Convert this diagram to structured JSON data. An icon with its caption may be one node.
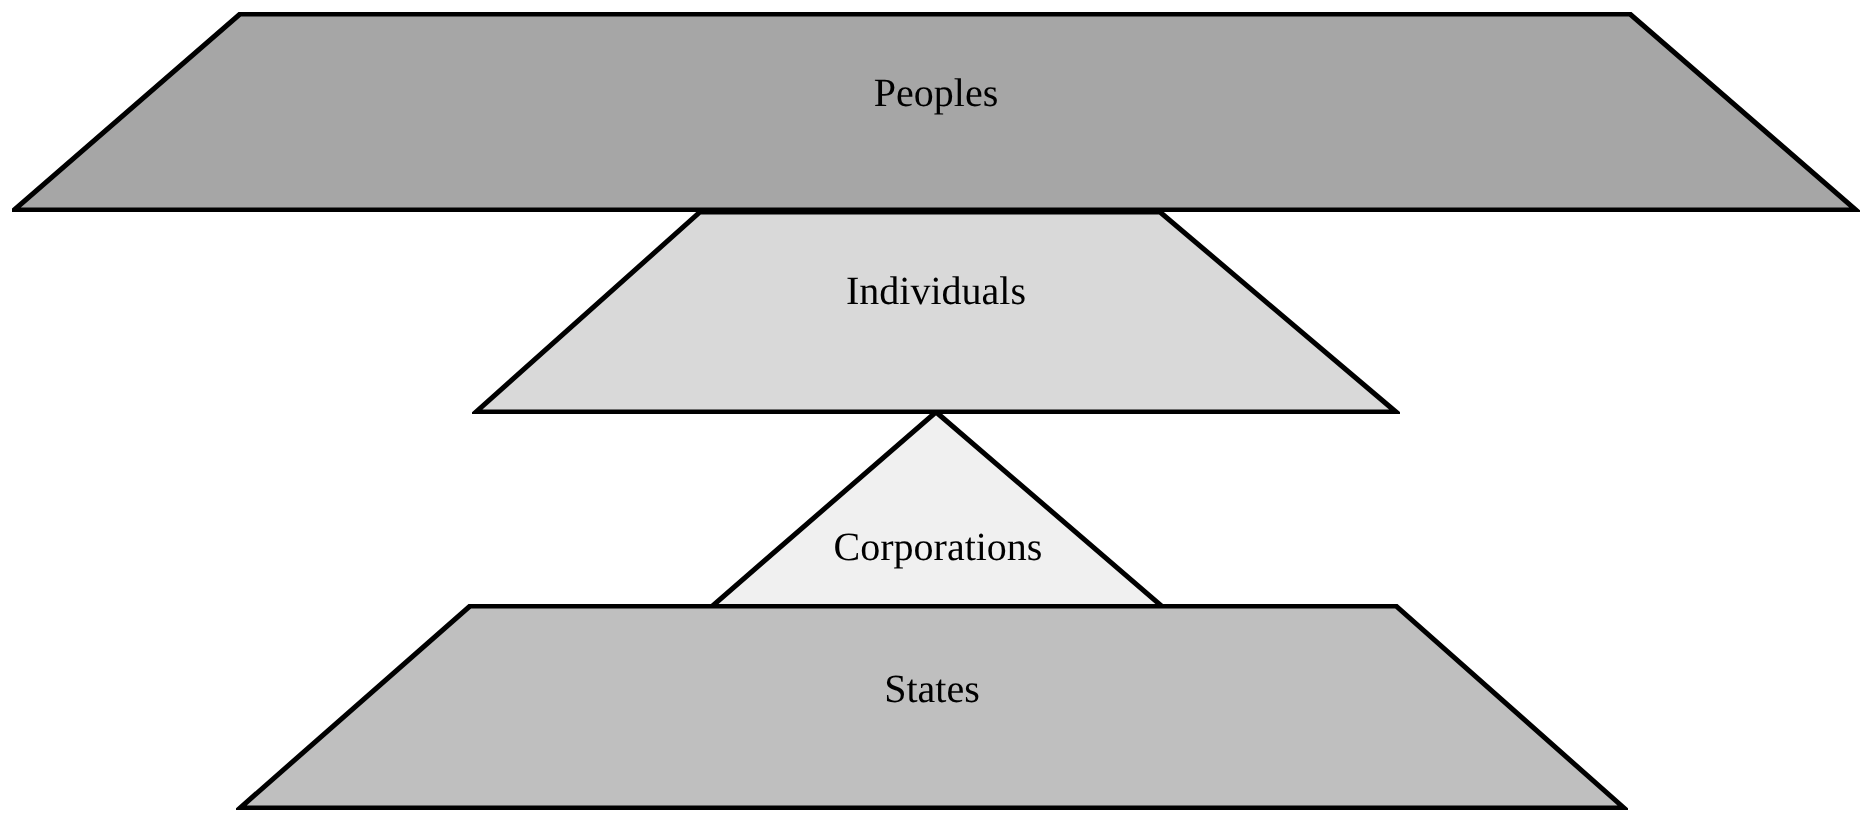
{
  "diagram": {
    "nodes": [
      {
        "text": [
          "Peoples"
        ]
      },
      {
        "text": [
          "Individuals"
        ]
      },
      {
        "text": [
          "Corporations"
        ]
      },
      {
        "text": [
          "States"
        ]
      }
    ]
  }
}
